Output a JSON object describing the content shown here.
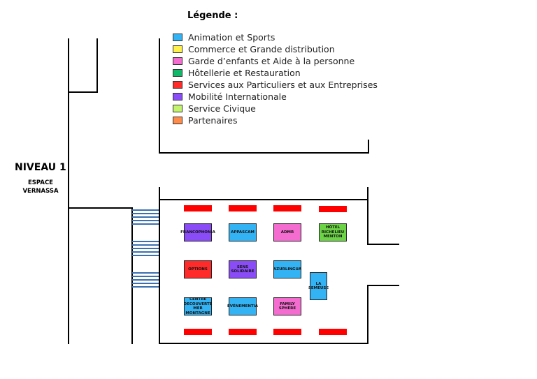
{
  "legend": {
    "title": "Légende :",
    "items": [
      {
        "label": "Animation et Sports",
        "color": "#33b3f3"
      },
      {
        "label": "Commerce et Grande distribution",
        "color": "#fff14d"
      },
      {
        "label": "Garde d’enfants et Aide à la personne",
        "color": "#f46ccf"
      },
      {
        "label": "Hôtellerie et Restauration",
        "color": "#12b86a"
      },
      {
        "label": "Services aux Particuliers et aux Entreprises",
        "color": "#ff2a2a"
      },
      {
        "label": "Mobilité Internationale",
        "color": "#8a4cf7"
      },
      {
        "label": "Service Civique",
        "color": "#c4f46e"
      },
      {
        "label": "Partenaires",
        "color": "#ff8c4a"
      }
    ]
  },
  "level": {
    "title": "NIVEAU 1",
    "subtitle_line1": "ESPACE",
    "subtitle_line2": "VERNASSA"
  },
  "stands": {
    "francophonia": {
      "label": "FRANCOPHONIA",
      "color": "#8a4cf7"
    },
    "appascam": {
      "label": "APPASCAM",
      "color": "#33b3f3"
    },
    "admr": {
      "label": "ADMR",
      "color": "#f46ccf"
    },
    "hotel_richelieu": {
      "label": "HÔTEL RICHELIEU MENTON",
      "color": "#6cd346"
    },
    "options": {
      "label": "OPTIONS",
      "color": "#ff2a2a"
    },
    "sens_solidaire": {
      "label": "SENS SOLIDAIRE",
      "color": "#8a4cf7"
    },
    "azurlingua": {
      "label": "AZURLINGUA",
      "color": "#33b3f3"
    },
    "la_semeuse": {
      "label": "LA SEMEUSE",
      "color": "#33b3f3"
    },
    "centre_decouverte": {
      "label": "CENTRE DECOUVERTE MER MONTAGNE",
      "color": "#33b3f3"
    },
    "evenementia": {
      "label": "ÉVÉNEMENTIA",
      "color": "#33b3f3"
    },
    "family_sphere": {
      "label": "FAMILY SPHÈRE",
      "color": "#f46ccf"
    }
  }
}
